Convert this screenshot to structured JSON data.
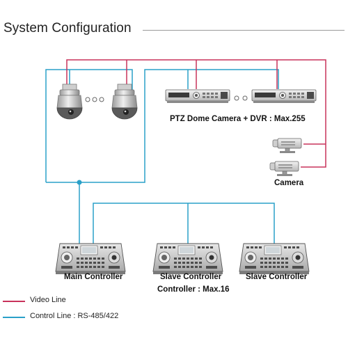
{
  "title": "System Configuration",
  "labels": {
    "ptz_dvr": "PTZ Dome Camera + DVR : Max.255",
    "camera": "Camera",
    "main_controller": "Main Controller",
    "slave_controller_1": "Slave Controller",
    "slave_controller_2": "Slave Controller",
    "controller_max": "Controller : Max.16"
  },
  "legend": [
    {
      "label": "Video Line",
      "color": "#c8325a"
    },
    {
      "label": "Control Line : RS-485/422",
      "color": "#2aa0c8"
    }
  ],
  "colors": {
    "video_line": "#c8325a",
    "control_line": "#2aa0c8",
    "device_body": "#d9d9d9",
    "device_dark": "#4a4a4a"
  },
  "icons": [
    "ptz-dome-camera-icon",
    "dvr-icon",
    "box-camera-icon",
    "controller-keyboard-icon",
    "ellipsis-dots-icon"
  ]
}
